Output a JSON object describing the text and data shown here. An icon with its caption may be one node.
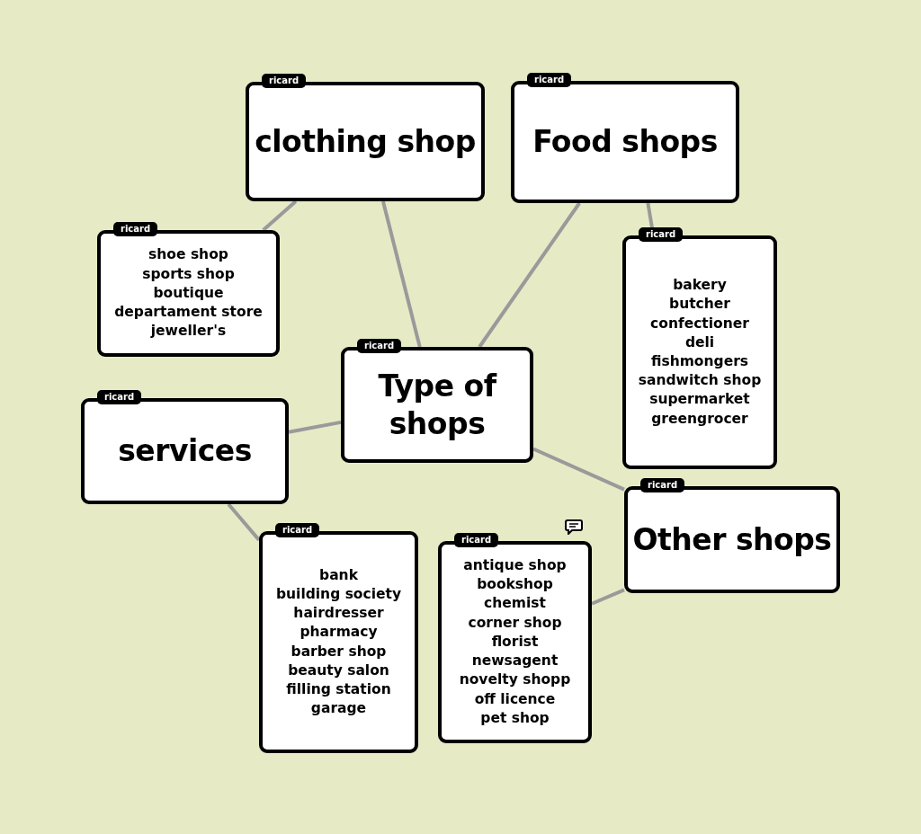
{
  "diagram": {
    "nodes": [
      {
        "text": [
          "Type of shops"
        ],
        "beside": [
          "ricard"
        ]
      },
      {
        "text": [
          "clothing shop"
        ],
        "beside": [
          "ricard"
        ]
      },
      {
        "text": [
          "Food shops"
        ],
        "beside": [
          "ricard"
        ]
      },
      {
        "text": [
          "shoe shop",
          "sports shop",
          "boutique",
          "departament store",
          "jeweller's"
        ],
        "beside": [
          "ricard"
        ]
      },
      {
        "text": [
          "bakery",
          "butcher",
          "confectioner",
          "deli",
          "fishmongers",
          "sandwitch shop",
          "supermarket",
          "greengrocer"
        ],
        "beside": [
          "ricard"
        ]
      },
      {
        "text": [
          "services"
        ],
        "beside": [
          "ricard"
        ]
      },
      {
        "text": [
          "Other shops"
        ],
        "beside": [
          "ricard"
        ]
      },
      {
        "text": [
          "bank",
          "building society",
          "hairdresser",
          "pharmacy",
          "barber shop",
          "beauty salon",
          "filling station",
          "garage"
        ],
        "beside": [
          "ricard"
        ]
      },
      {
        "text": [
          "antique shop",
          "bookshop",
          "chemist",
          "corner shop",
          "florist",
          "newsagent",
          "novelty shopp",
          "off licence",
          "pet shop"
        ],
        "beside": [
          "ricard"
        ]
      }
    ],
    "edges": [
      {
        "from": 0,
        "to": 1,
        "arrow": "none"
      },
      {
        "from": 0,
        "to": 2,
        "arrow": "none"
      },
      {
        "from": 1,
        "to": 3,
        "arrow": "none"
      },
      {
        "from": 2,
        "to": 4,
        "arrow": "none"
      },
      {
        "from": 0,
        "to": 5,
        "arrow": "none"
      },
      {
        "from": 0,
        "to": 6,
        "arrow": "none"
      },
      {
        "from": 5,
        "to": 7,
        "arrow": "none"
      },
      {
        "from": 6,
        "to": 8,
        "arrow": "none"
      }
    ]
  }
}
